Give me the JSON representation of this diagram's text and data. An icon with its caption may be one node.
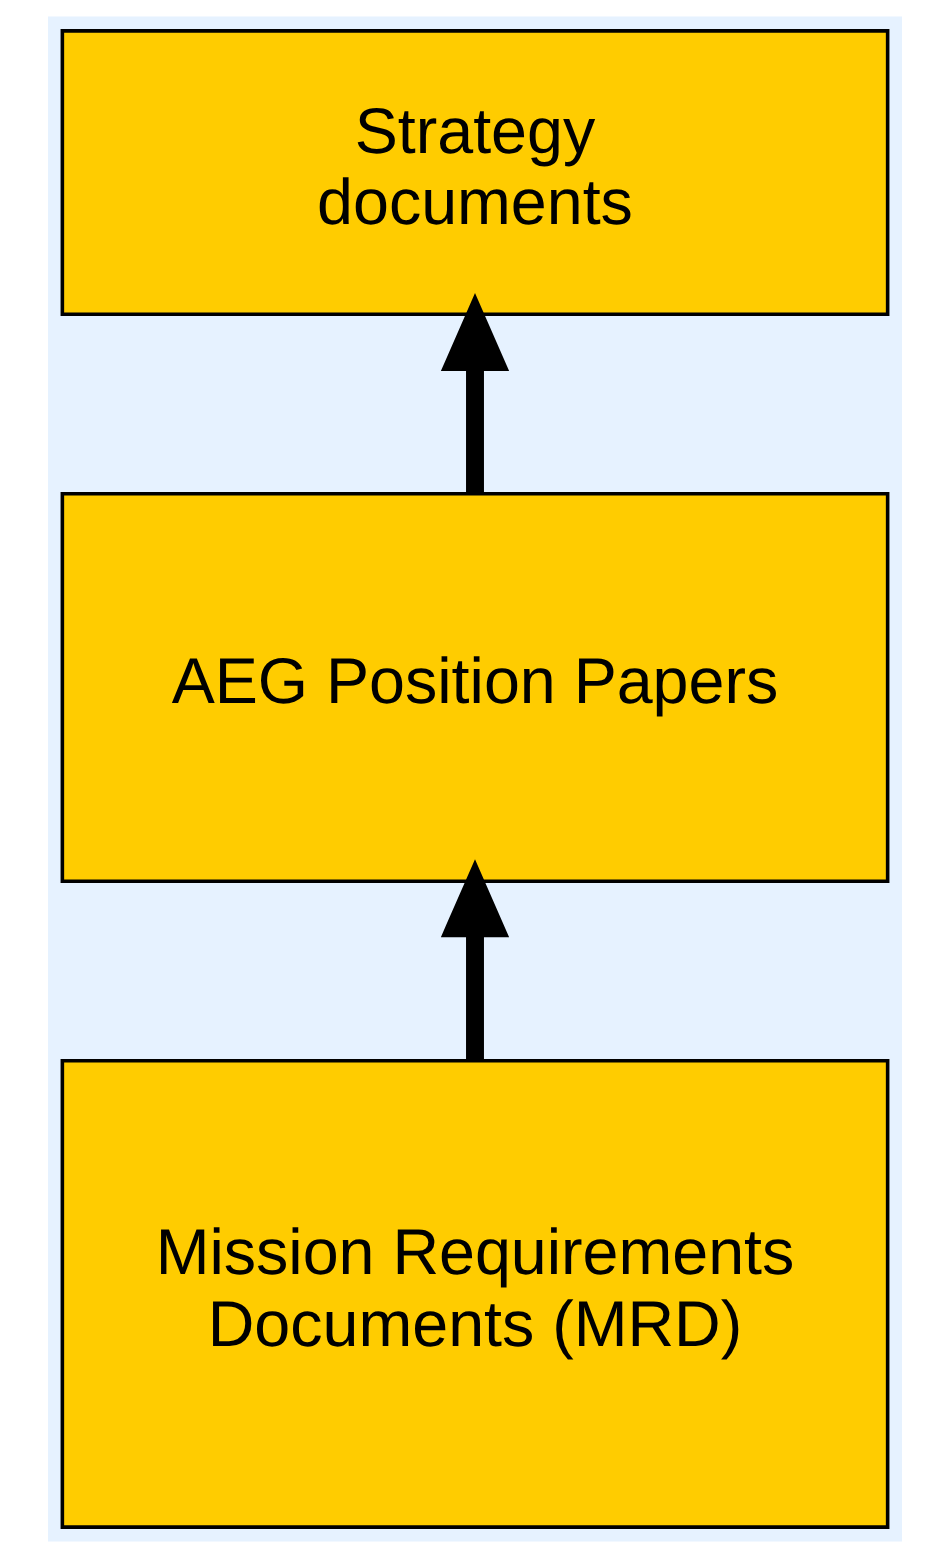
{
  "diagram": {
    "nodes": [
      {
        "text": [
          "Strategy documents"
        ]
      },
      {
        "text": [
          "AEG Position Papers"
        ]
      },
      {
        "text": [
          "Mission Requirements Documents (MRD)"
        ]
      }
    ],
    "edges": [
      {
        "from": 1,
        "to": 0,
        "arrow": "to"
      },
      {
        "from": 2,
        "to": 1,
        "arrow": "to"
      }
    ]
  }
}
